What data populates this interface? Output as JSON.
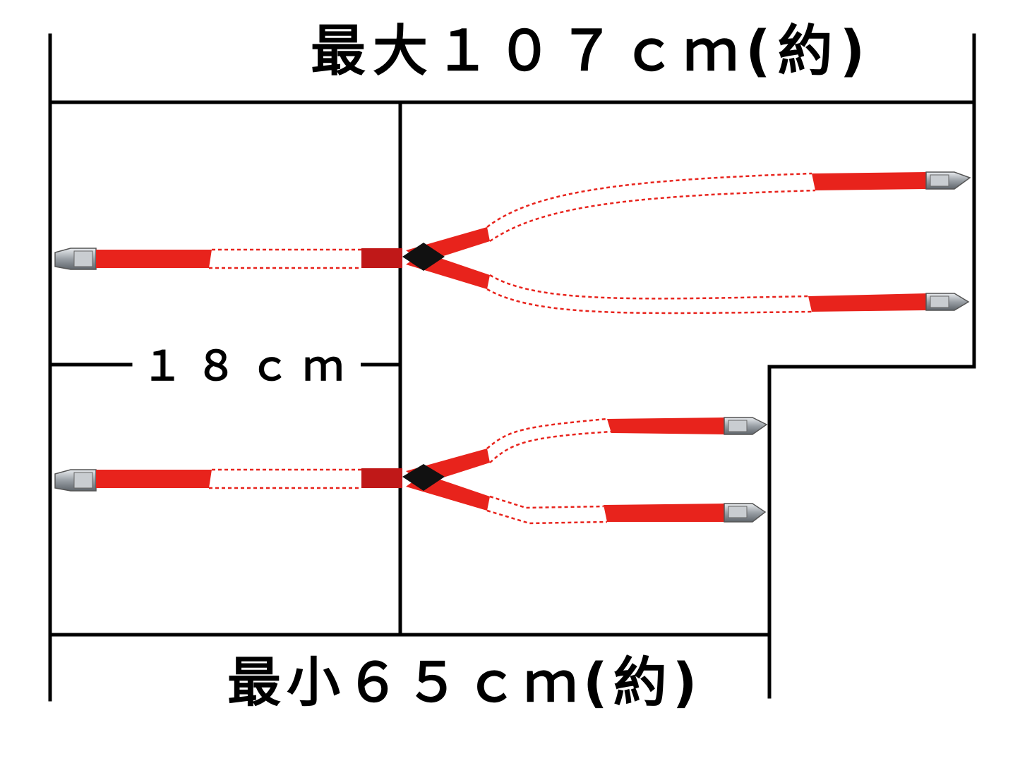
{
  "labels": {
    "max": "最大１０７ｃｍ(約)",
    "mid": "１８ｃｍ",
    "min": "最小６５ｃｍ(約)"
  },
  "colors": {
    "strap": "#e8231c",
    "strap_dark": "#c01818",
    "dashed": "#e8231c",
    "clip": "#9aa0a6",
    "patch": "#111111",
    "line": "#000000"
  }
}
